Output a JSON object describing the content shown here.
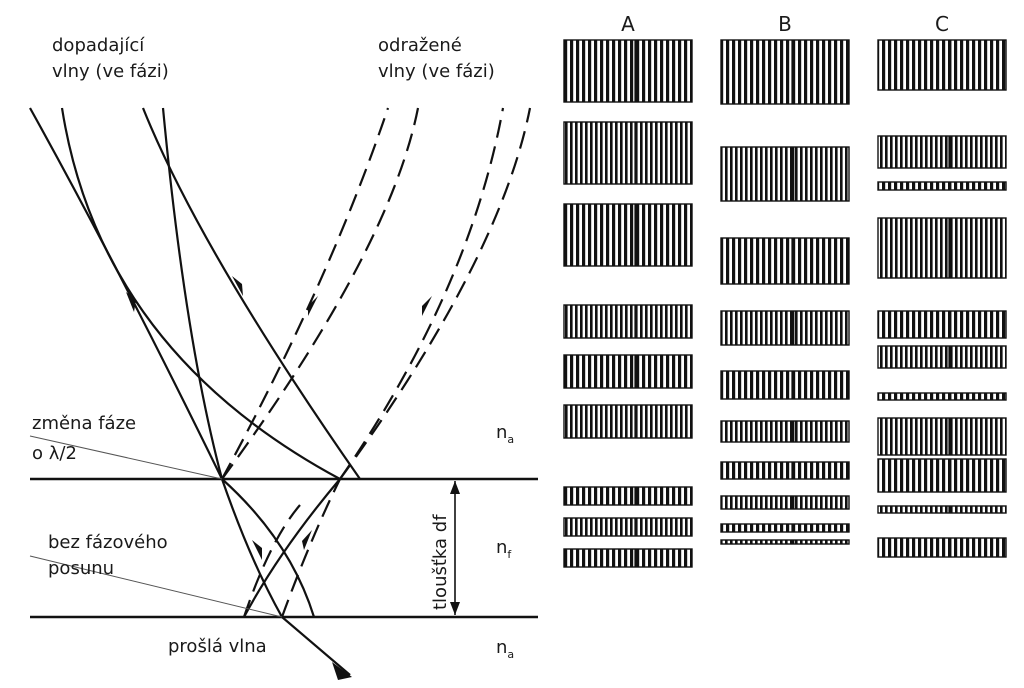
{
  "labels": {
    "incident_line1": "dopadající",
    "incident_line2": "vlny (ve fázi)",
    "reflected_line1": "odražené",
    "reflected_line2": "vlny (ve fázi)",
    "phase_change_line1": "změna fáze",
    "phase_change_line2": "o λ/2",
    "no_phase_line1": "bez fázového",
    "no_phase_line2": "posunu",
    "transmitted": "prošlá vlna",
    "thickness": "tloušťka df",
    "n_top": "n",
    "n_top_sub": "a",
    "n_film": "n",
    "n_film_sub": "f",
    "n_bottom": "n",
    "n_bottom_sub": "a"
  },
  "patterns": {
    "headers": [
      "A",
      "B",
      "C"
    ],
    "A": [
      {
        "height": 1.0
      },
      {
        "height": 0.9
      },
      {
        "height": 0.95
      },
      {
        "height": 0.5
      },
      {
        "height": 0.55
      },
      {
        "height": 0.5
      },
      {
        "height": 0.3
      },
      {
        "height": 0.3
      },
      {
        "height": 0.3
      }
    ],
    "B": [
      {
        "height": 1.0
      },
      {
        "height": 0.85
      },
      {
        "height": 0.75
      },
      {
        "height": 0.55
      },
      {
        "height": 0.45
      },
      {
        "height": 0.3
      },
      {
        "height": 0.25
      },
      {
        "height": 0.2
      },
      {
        "height": 0.1
      },
      {
        "height": 0.05
      }
    ],
    "C": [
      {
        "height": 1.0
      },
      {
        "height": 0.55
      },
      {
        "height": 0.15
      },
      {
        "height": 1.0
      },
      {
        "height": 0.45
      },
      {
        "height": 0.35
      },
      {
        "height": 0.1
      },
      {
        "height": 0.65
      },
      {
        "height": 0.55
      },
      {
        "height": 0.1
      },
      {
        "height": 0.3
      }
    ]
  }
}
